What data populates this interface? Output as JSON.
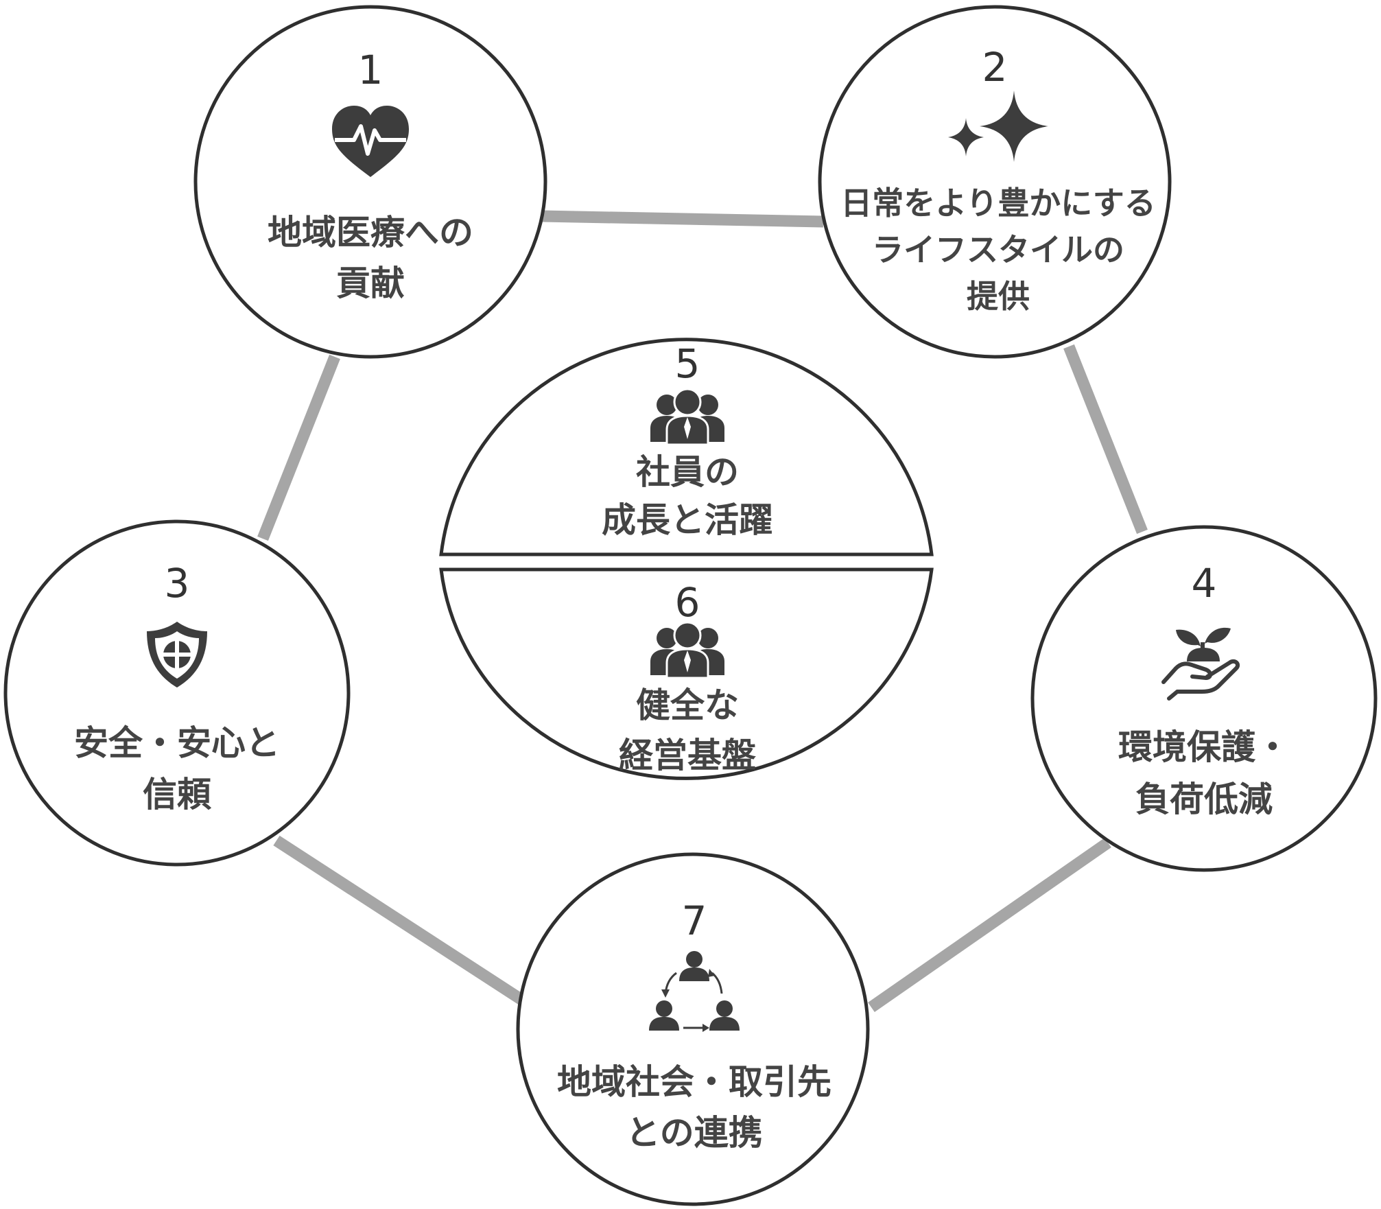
{
  "nodes": [
    {
      "number": "1",
      "icon": "heart-pulse-icon",
      "lines": [
        "地域医療への",
        "貢献"
      ]
    },
    {
      "number": "2",
      "icon": "sparkle-icon",
      "lines": [
        "日常をより豊かにする",
        "ライフスタイルの",
        "提供"
      ]
    },
    {
      "number": "3",
      "icon": "shield-icon",
      "lines": [
        "安全・安心と",
        "信頼"
      ]
    },
    {
      "number": "4",
      "icon": "sprout-in-hand-icon",
      "lines": [
        "環境保護・",
        "負荷低減"
      ]
    },
    {
      "number": "5",
      "icon": "people-group-icon",
      "lines": [
        "社員の",
        "成長と活躍"
      ]
    },
    {
      "number": "6",
      "icon": "people-group-icon",
      "lines": [
        "健全な",
        "経営基盤"
      ]
    },
    {
      "number": "7",
      "icon": "network-people-icon",
      "lines": [
        "地域社会・取引先",
        "との連携"
      ]
    }
  ],
  "colors": {
    "connector": "#a6a6a6",
    "outline": "#2f2f2f",
    "text": "#444444",
    "icon": "#3d3d3d"
  }
}
